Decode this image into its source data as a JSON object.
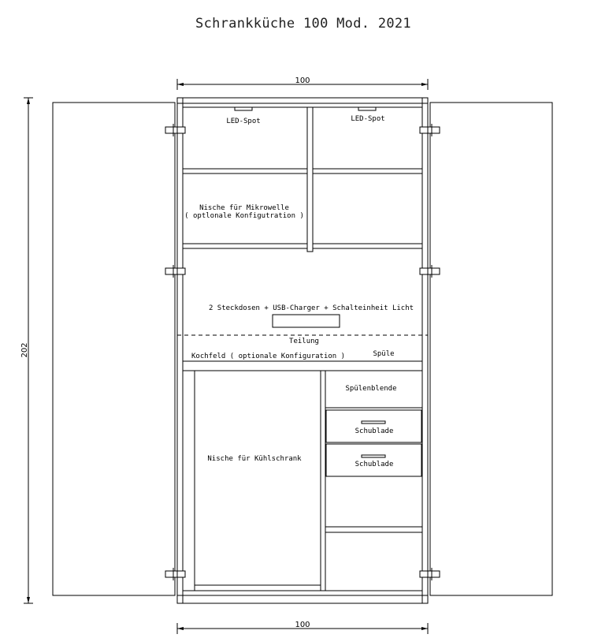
{
  "title": "Schrankküche 100 Mod. 2021",
  "dimensions": {
    "width_top": "100",
    "width_bottom": "100",
    "height": "202"
  },
  "labels": {
    "led_left": "LED-Spot",
    "led_right": "LED-Spot",
    "microwave_line1": "Nische für Mikrowelle",
    "microwave_line2": "( optlonale Konfigutration )",
    "sockets": "2 Steckdosen + USB-Charger + Schalteinheit Licht",
    "divider": "Teilung",
    "cooktop": "Kochfeld ( optionale Konfiguration )",
    "sink": "Spüle",
    "sink_panel": "Spülenblende",
    "drawer_1": "Schublade",
    "drawer_2": "Schublade",
    "fridge": "Nische für Kühlschrank"
  }
}
